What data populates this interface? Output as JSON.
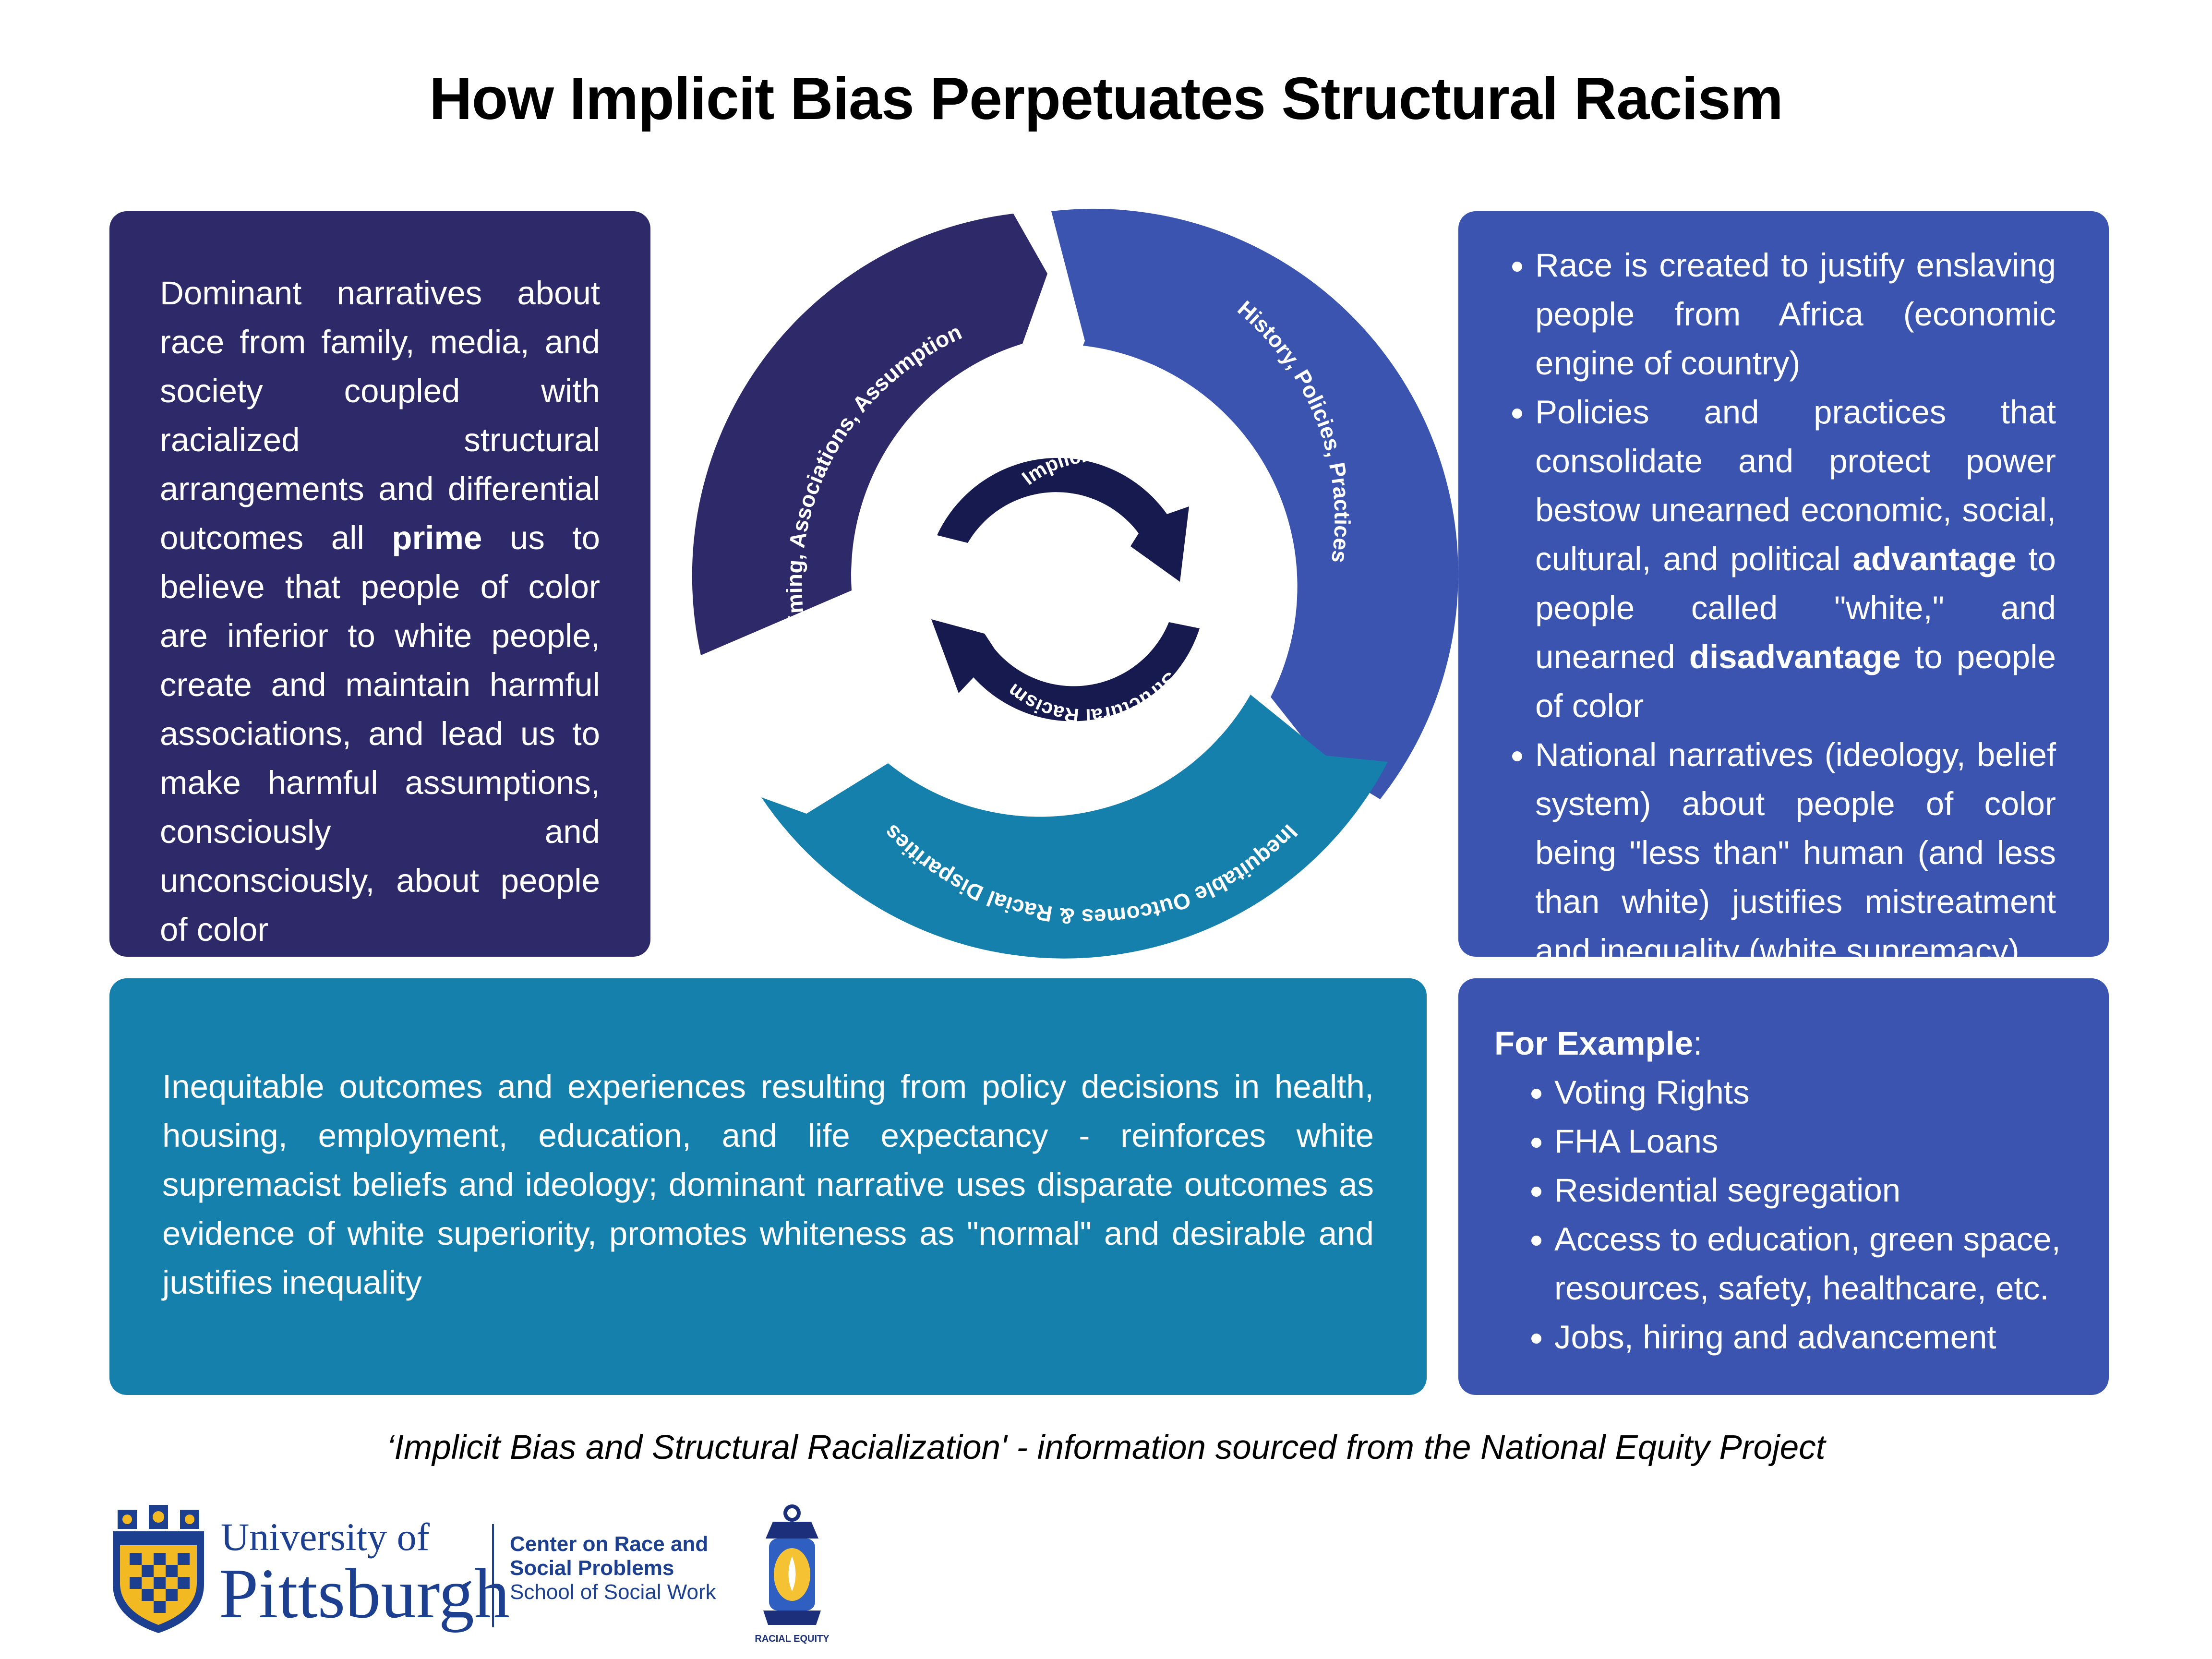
{
  "title": "How Implicit Bias Perpetuates Structural Racism",
  "left_card": {
    "before": "Dominant narratives about race from family, media, and society coupled with racialized structural arrangements and differential outcomes all ",
    "bold": "prime",
    "after": " us to believe that people of color are inferior to white people, create and maintain harmful associations, and lead us to make harmful assumptions, consciously and unconsciously, about people of color"
  },
  "right_card": {
    "item1": "Race is created to justify enslaving people from Africa (economic engine of country)",
    "item2_a": "Policies and practices that consolidate and protect power bestow unearned economic, social, cultural, and political ",
    "item2_b": "advantage",
    "item2_c": " to people called \"white,\" and unearned ",
    "item2_d": "disadvantage",
    "item2_e": " to people of color",
    "item3": "National narratives (ideology, belief system) about people of color being \"less than\" human (and less than white) justifies mistreatment and inequality (white supremacy)"
  },
  "bottom_card": {
    "text": "Inequitable outcomes and experiences resulting from policy decisions in health, housing, employment, education, and life expectancy - reinforces white supremacist beliefs and ideology; dominant narrative uses disparate outcomes as evidence of white superiority, promotes whiteness as \"normal\" and desirable and justifies inequality"
  },
  "example_card": {
    "heading": "For Example",
    "colon": ":",
    "items": [
      "Voting Rights",
      "FHA Loans",
      "Residential segregation",
      "Access to education, green space, resources, safety, healthcare, etc.",
      "Jobs, hiring and advancement"
    ]
  },
  "cycle": {
    "seg1": "Priming, Associations, Assumptions",
    "seg2": "History, Policies, Practices",
    "seg3": "Inequitable Outcomes & Racial Disparities",
    "inner_top": "Implicit Bias",
    "inner_bottom": "Structural Racism"
  },
  "caption": "‘Implicit Bias and Structural Racialization' - information sourced from the National Equity Project",
  "logos": {
    "univ_line1": "University of",
    "univ_line2": "Pittsburgh",
    "center_line1": "Center on Race and",
    "center_line2": "Social Problems",
    "center_line3": "School of Social Work",
    "lantern_text": "RACIAL EQUITY"
  },
  "colors": {
    "dark_purple": "#2e2968",
    "royal_blue": "#3a54b0",
    "teal": "#1680ad",
    "navy": "#161a4f"
  }
}
